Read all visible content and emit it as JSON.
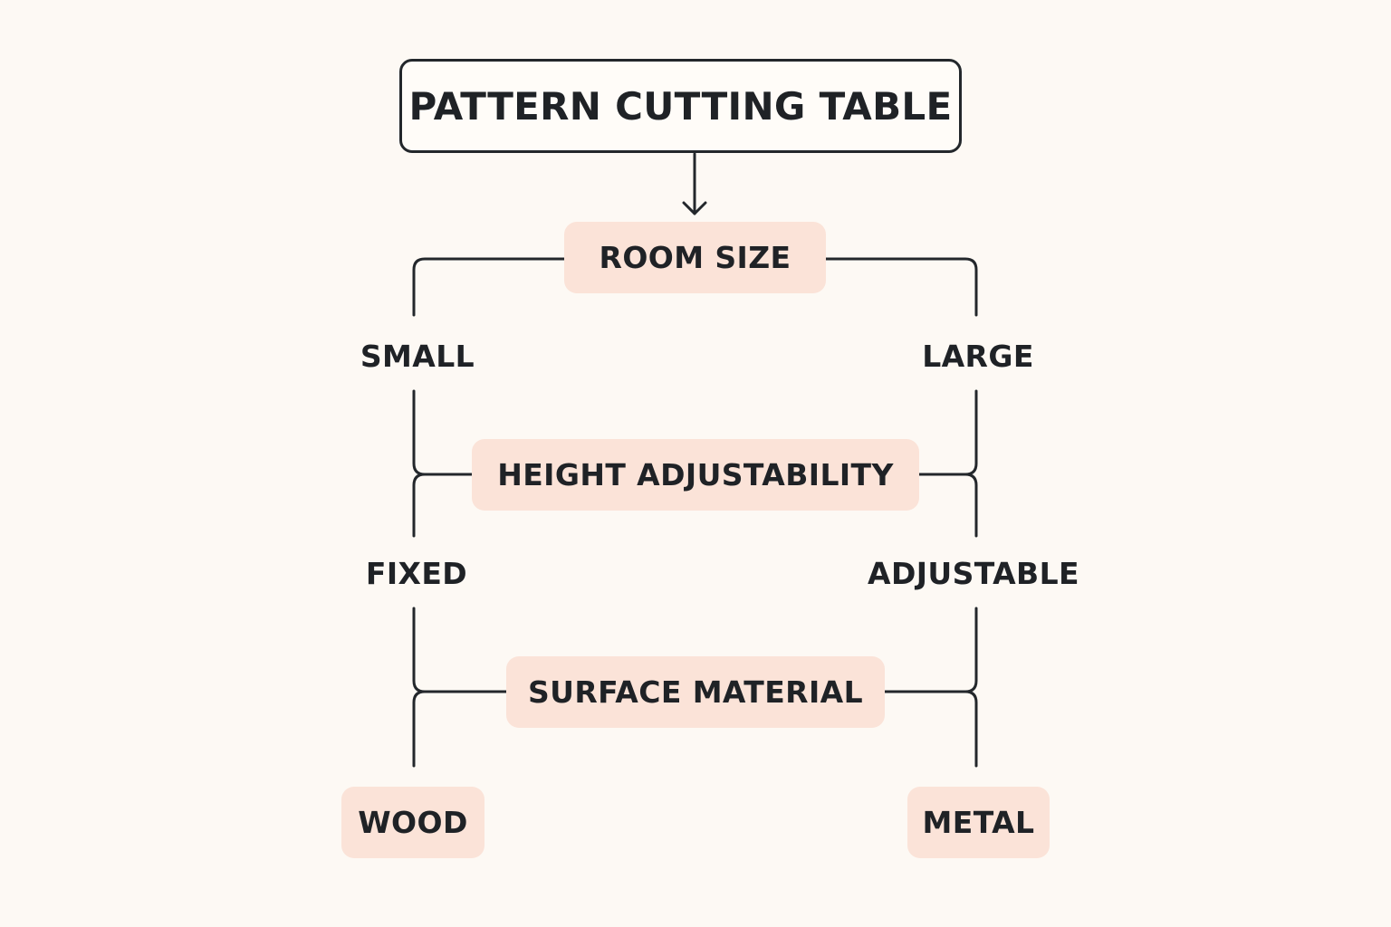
{
  "colors": {
    "background": "#fdf9f4",
    "pill_fill": "#fbe3d8",
    "line": "#23272b",
    "text": "#1f2226"
  },
  "diagram": {
    "title": "PATTERN CUTTING TABLE",
    "decisions": [
      {
        "label": "ROOM SIZE",
        "options": [
          "SMALL",
          "LARGE"
        ]
      },
      {
        "label": "HEIGHT ADJUSTABILITY",
        "options": [
          "FIXED",
          "ADJUSTABLE"
        ]
      },
      {
        "label": "SURFACE MATERIAL",
        "options": [
          "WOOD",
          "METAL"
        ]
      }
    ]
  }
}
